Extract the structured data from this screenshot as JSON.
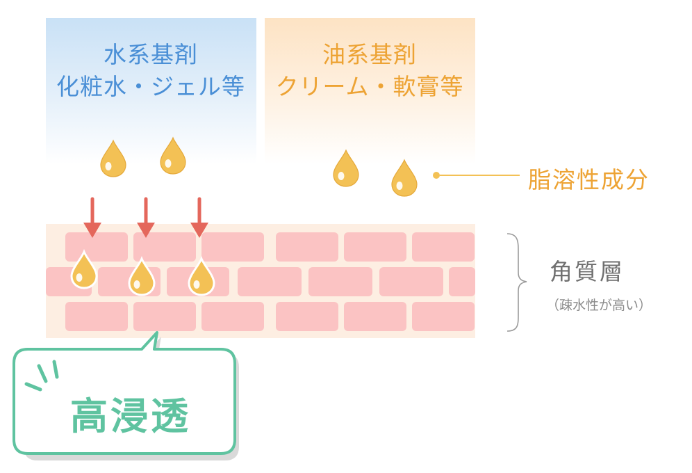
{
  "water_base": {
    "line1": "水系基剤",
    "line2": "化粧水・ジェル等",
    "color": "#4a8fd6"
  },
  "oil_base": {
    "line1": "油系基剤",
    "line2": "クリーム・軟膏等",
    "color": "#eda334"
  },
  "fat_soluble": {
    "label": "脂溶性成分",
    "color": "#eda334"
  },
  "stratum_corneum": {
    "label": "角質層",
    "sublabel": "（疎水性が高い）"
  },
  "callout": {
    "label": "高浸透",
    "color": "#5fc3a0"
  },
  "colors": {
    "brick": "#fbc3c3",
    "mortar": "#fdeee2",
    "drop": "#f3c155",
    "arrow": "#e4675c"
  }
}
